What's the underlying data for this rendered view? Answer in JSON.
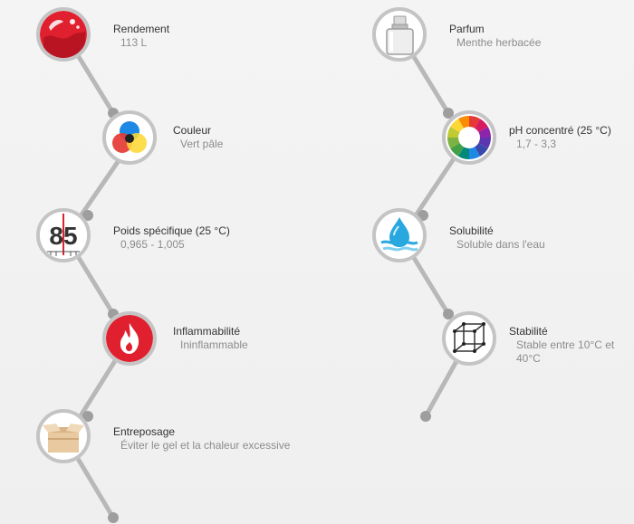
{
  "left_column": [
    {
      "title": "Rendement",
      "value": "113 L",
      "icon": "liquid-drop-icon"
    },
    {
      "title": "Couleur",
      "value": "Vert pâle",
      "icon": "rgb-color-circles-icon"
    },
    {
      "title": "Poids spécifique (25 °C)",
      "value": "0,965 - 1,005",
      "icon": "hydrometer-85-icon",
      "icon_text": "85"
    },
    {
      "title": "Inflammabilité",
      "value": "Ininflammable",
      "icon": "flame-icon"
    },
    {
      "title": "Entreposage",
      "value": "Éviter le gel et la chaleur excessive",
      "icon": "box-icon"
    }
  ],
  "right_column": [
    {
      "title": "Parfum",
      "value": "Menthe herbacée",
      "icon": "spray-bottle-icon"
    },
    {
      "title": "pH concentré (25 °C)",
      "value": "1,7 - 3,3",
      "icon": "ph-color-wheel-icon"
    },
    {
      "title": "Solubilité",
      "value": "Soluble dans l'eau",
      "icon": "water-drop-icon"
    },
    {
      "title": "Stabilité",
      "value": "Stable entre 10°C et 40°C",
      "icon": "cube-icon"
    }
  ],
  "colors": {
    "node_border": "#c4c4c4",
    "connector": "#b8b8b8",
    "title_text": "#333333",
    "value_text": "#8c8c8c",
    "red": "#e0202f"
  }
}
